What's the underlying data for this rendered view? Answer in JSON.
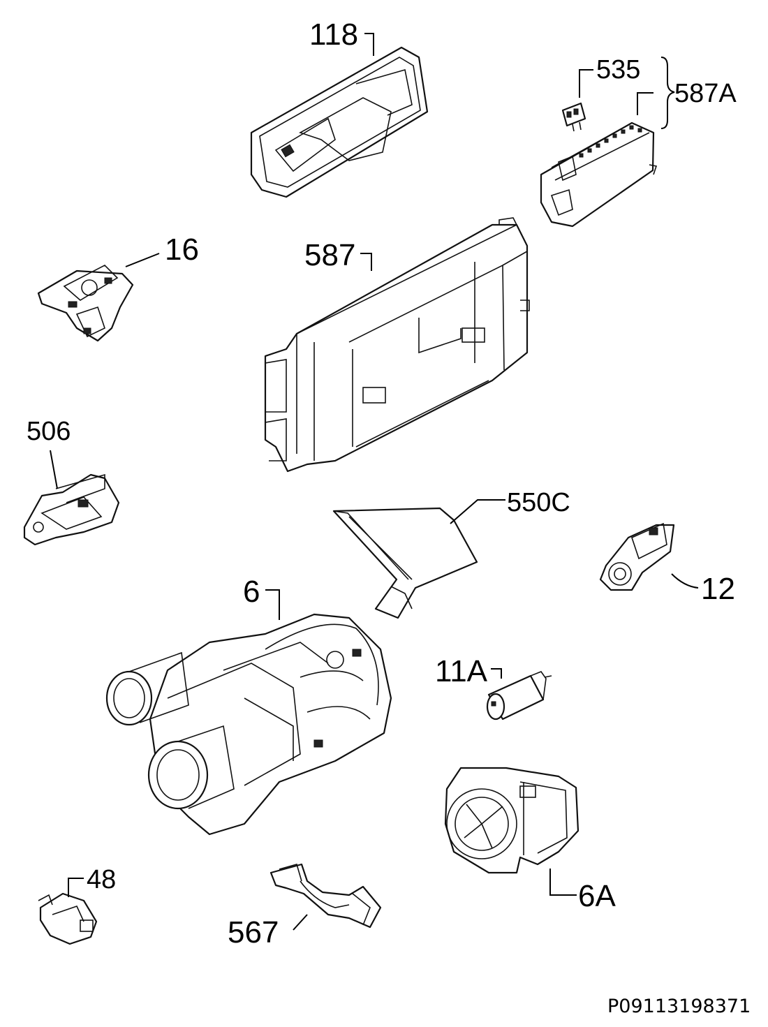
{
  "labels": {
    "p118": "118",
    "p535": "535",
    "p587A": "587A",
    "p16": "16",
    "p587": "587",
    "p506": "506",
    "p550C": "550C",
    "p12": "12",
    "p6": "6",
    "p11A": "11A",
    "p48": "48",
    "p567": "567",
    "p6A": "6A"
  },
  "reference_code": "P09113198371"
}
